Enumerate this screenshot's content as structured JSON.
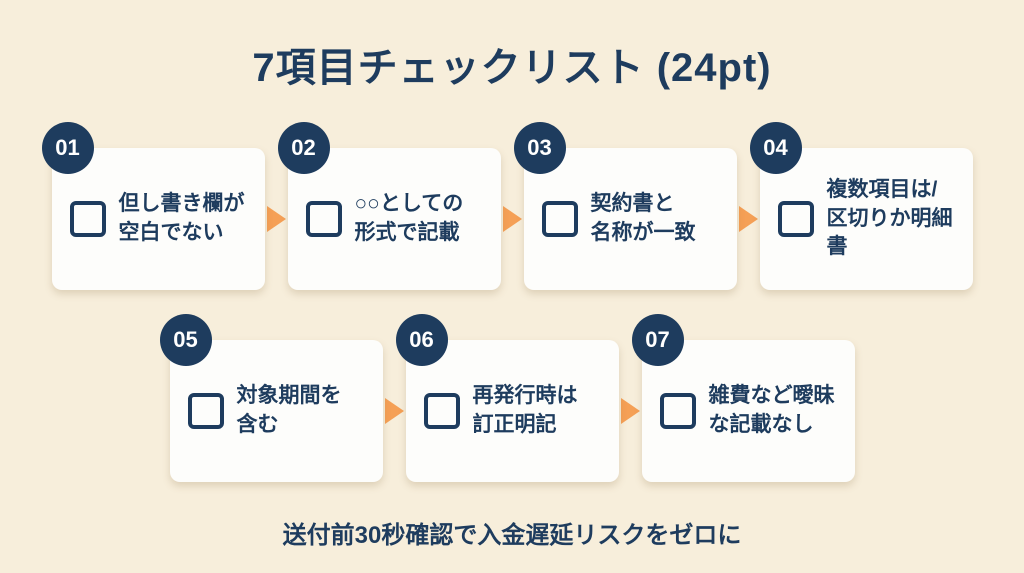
{
  "title": "7項目チェックリスト (24pt)",
  "footer": "送付前30秒確認で入金遅延リスクをゼロに",
  "colors": {
    "background": "#f7eedb",
    "navy": "#1e3c5e",
    "orange": "#f5a056",
    "card": "#fdfdfb"
  },
  "steps": [
    {
      "number": "01",
      "label": "但し書き欄が\n空白でない"
    },
    {
      "number": "02",
      "label": "○○としての\n形式で記載"
    },
    {
      "number": "03",
      "label": "契約書と\n名称が一致"
    },
    {
      "number": "04",
      "label": "複数項目は/\n区切りか明細書"
    },
    {
      "number": "05",
      "label": "対象期間を\n含む"
    },
    {
      "number": "06",
      "label": "再発行時は\n訂正明記"
    },
    {
      "number": "07",
      "label": "雑費など曖昧\nな記載なし"
    }
  ]
}
